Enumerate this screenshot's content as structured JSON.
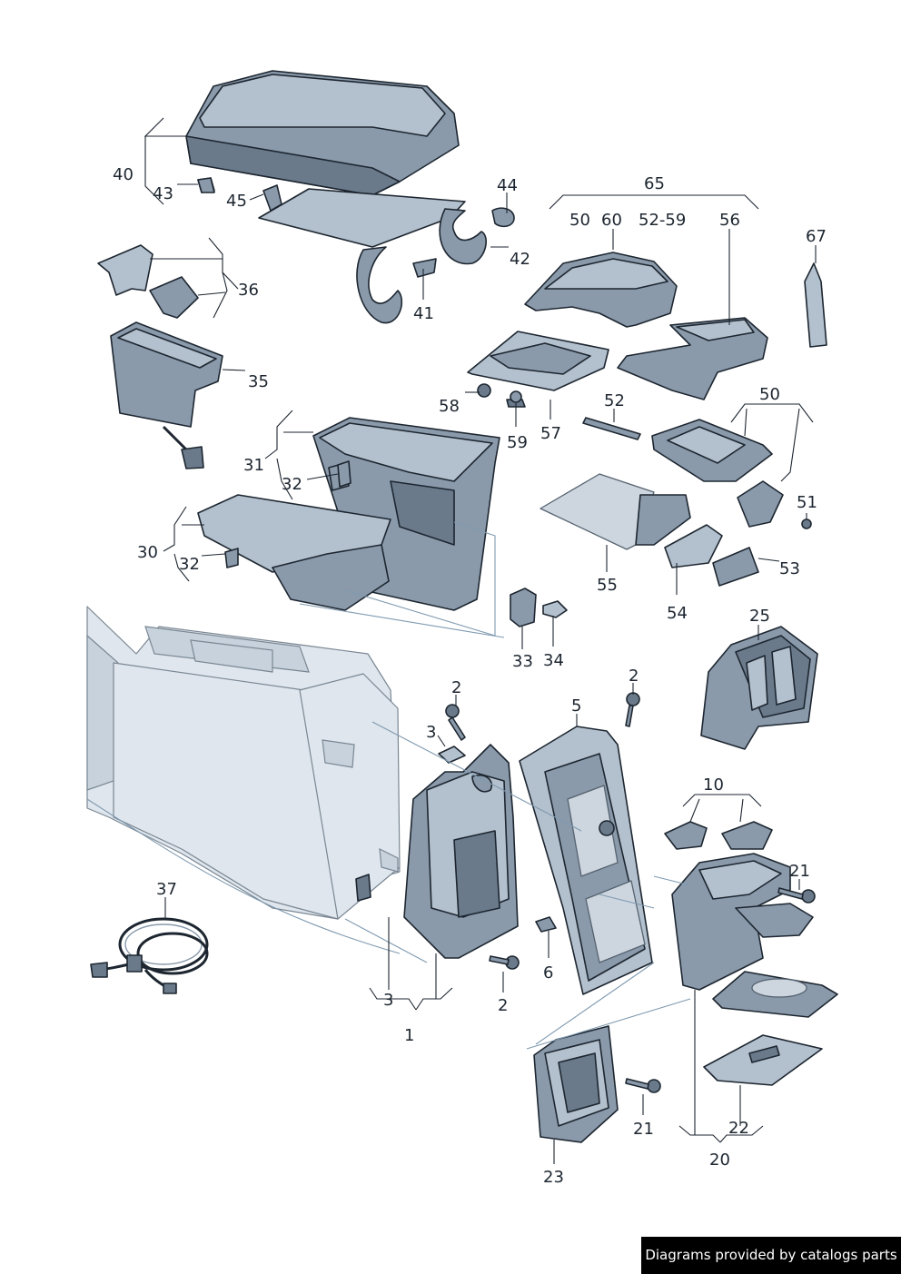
{
  "callouts": {
    "c40": "40",
    "c43": "43",
    "c45": "45",
    "c44": "44",
    "c42": "42",
    "c41": "41",
    "c65": "65",
    "c50a": "50",
    "c60": "60",
    "c52_59": "52-59",
    "c56": "56",
    "c67": "67",
    "c36": "36",
    "c35": "35",
    "c58": "58",
    "c59": "59",
    "c57": "57",
    "c52": "52",
    "c50b": "50",
    "c51": "51",
    "c31": "31",
    "c32a": "32",
    "c30": "30",
    "c32b": "32",
    "c55": "55",
    "c53": "53",
    "c54": "54",
    "c33": "33",
    "c34": "34",
    "c25": "25",
    "c2a": "2",
    "c2b": "2",
    "c3a": "3",
    "c5": "5",
    "c10": "10",
    "c21a": "21",
    "c37": "37",
    "c6": "6",
    "c2c": "2",
    "c3b": "3",
    "c1": "1",
    "c21b": "21",
    "c22": "22",
    "c20": "20",
    "c23": "23"
  },
  "footer": {
    "text": "Diagrams provided by catalogs parts"
  }
}
